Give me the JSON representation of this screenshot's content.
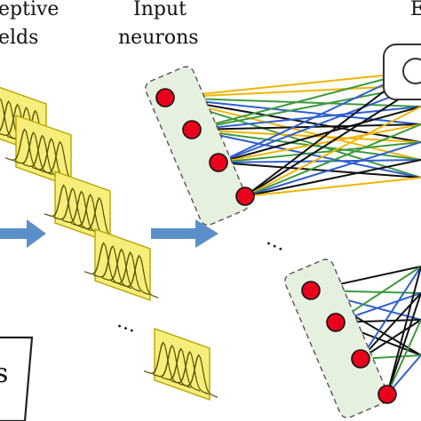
{
  "labels": {
    "receptive_line1": "eptive",
    "receptive_line2": "elds",
    "input_line1": "Input",
    "input_line2": "neurons",
    "top_right_fragment": "E",
    "bottom_left_fragment": "s"
  },
  "ellipsis": {
    "receptive": "…",
    "input": "…"
  },
  "colors": {
    "receptive_field_fill": "#f5ee7a",
    "receptive_field_stroke": "#b8a400",
    "neuron_fill": "#e8001c",
    "group_box_fill": "#e6f0df",
    "arrow": "#5b8fc9",
    "conn_yellow": "#f0b400",
    "conn_green": "#3e9a3e",
    "conn_blue": "#2f5fd0",
    "conn_black": "#111111"
  },
  "icons": {
    "arrow": "right-arrow-icon",
    "neuron": "neuron-dot-icon",
    "receptive_field": "gaussian-tuning-curves-icon"
  }
}
